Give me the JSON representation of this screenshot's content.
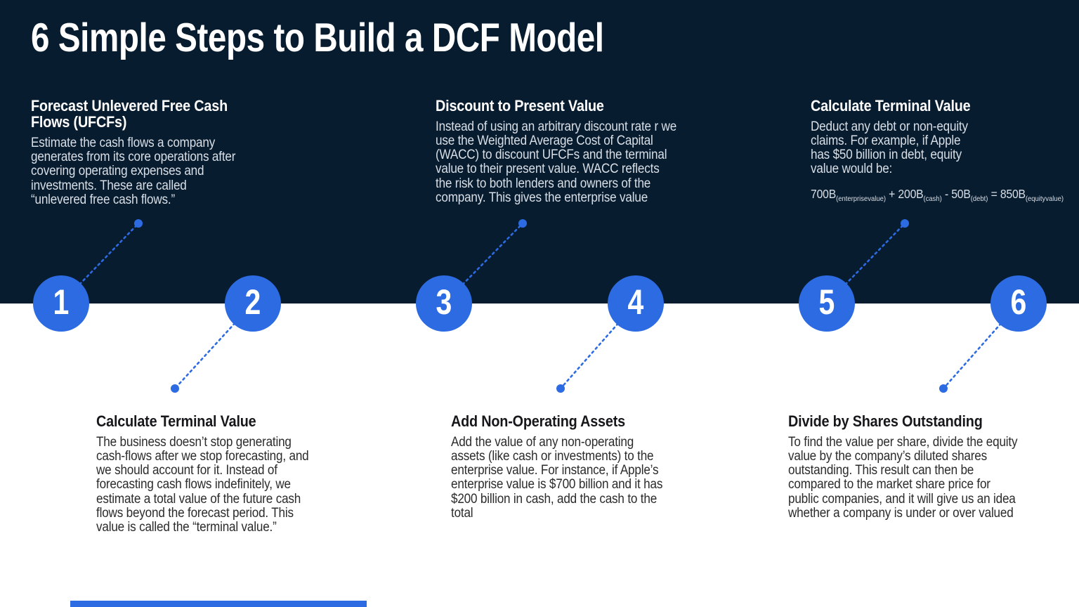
{
  "page_title": "6 Simple Steps to Build a DCF Model",
  "colors": {
    "background_dark": "#081c30",
    "background_light": "#ffffff",
    "accent_blue": "#2c6be2",
    "heading_dark_text": "#ffffff",
    "body_dark_text": "#d9dfe6",
    "heading_light_text": "#15171a",
    "body_light_text": "#2b2b2b"
  },
  "steps": [
    {
      "number": "1",
      "title": "Forecast Unlevered Free Cash Flows (UFCFs)",
      "description": "Estimate the cash flows a company generates from its core operations after covering operating expenses and investments. These are called “unlevered free cash flows.”"
    },
    {
      "number": "2",
      "title": "Calculate Terminal Value",
      "description": "The business doesn’t stop generating cash-flows after we stop forecasting, and we should account for it. Instead of forecasting cash flows indefinitely, we estimate a total value of the future cash flows beyond the forecast period. This value is called the “terminal value.”"
    },
    {
      "number": "3",
      "title": "Discount to Present Value",
      "description": "Instead of using an arbitrary discount rate r we use the Weighted Average Cost of Capital (WACC) to discount UFCFs and the terminal value to their present value. WACC reflects the risk to both lenders and owners of the company. This gives the enterprise value"
    },
    {
      "number": "4",
      "title": "Add Non-Operating Assets",
      "description": "Add the value of any non-operating assets (like cash or investments) to the enterprise value. For instance, if Apple’s enterprise value is $700 billion and it has $200 billion in cash, add the cash to the total"
    },
    {
      "number": "5",
      "title": "Calculate Terminal Value",
      "description": "Deduct any debt or non-equity claims. For example, if Apple has $50 billion in debt, equity value would be:"
    },
    {
      "number": "6",
      "title": "Divide by Shares Outstanding",
      "description": "To find the value per share, divide the equity value by the company’s diluted shares outstanding. This result can then be compared to the market share price for public companies, and it will give us an idea whether a company is under or over valued"
    }
  ],
  "formula": {
    "segments": [
      {
        "text": "700B",
        "sub": "(enterprisevalue)"
      },
      {
        "text": " + "
      },
      {
        "text": "200B",
        "sub": "(cash)"
      },
      {
        "text": " - "
      },
      {
        "text": "50B",
        "sub": "(debt)"
      },
      {
        "text": " = "
      },
      {
        "text": "850B",
        "sub": "(equityvalue)"
      }
    ]
  }
}
